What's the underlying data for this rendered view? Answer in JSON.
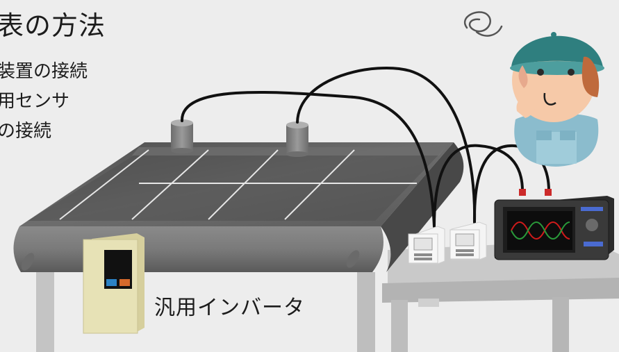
{
  "texts": {
    "title": "表の方法",
    "line1": "装置の接続",
    "line2": "用センサ",
    "line3": "の接続",
    "inverter_label": "汎用インバータ"
  },
  "icons": {
    "belt": "conveyor-belt",
    "sensor": "sensor-cylinder",
    "analyzer": "power-analyzer",
    "worker": "confused-worker",
    "inverter": "general-purpose-inverter"
  },
  "colors": {
    "background": "#ededed",
    "belt": "#5a5a5a",
    "table": "#b9b9b9",
    "cable": "#111111",
    "inverter": "#e7e2b6",
    "waveform_red": "#d01b1b",
    "waveform_green": "#2a9a3a",
    "cap": "#4a8c8c"
  }
}
